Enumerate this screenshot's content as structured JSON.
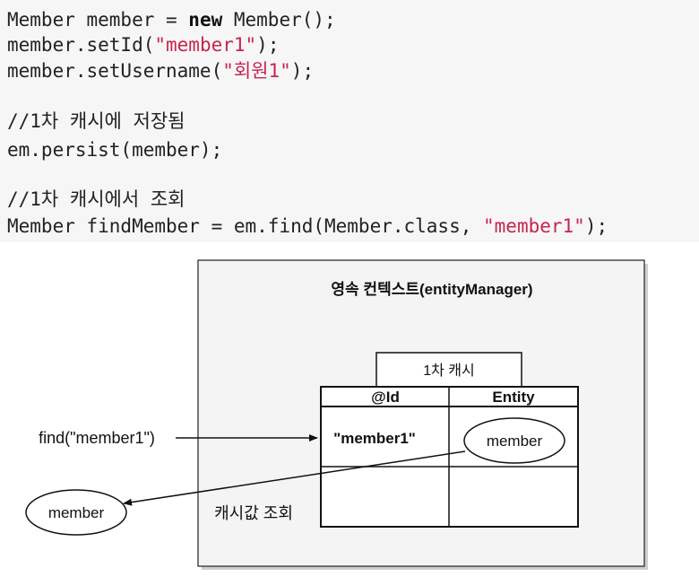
{
  "code": {
    "line1": {
      "type": "Member member = ",
      "keyword": "new",
      "rest": " Member();"
    },
    "line2": {
      "prefix": "member.setId(",
      "string": "\"member1\"",
      "suffix": ");"
    },
    "line3": {
      "prefix": "member.setUsername(",
      "string": "\"회원1\"",
      "suffix": ");"
    },
    "comment1": "//1차 캐시에 저장됨",
    "line5": "em.persist(member);",
    "comment2": "//1차 캐시에서 조회",
    "line7": {
      "prefix": "Member findMember = em.find(Member.class, ",
      "string": "\"member1\"",
      "suffix": ");"
    }
  },
  "diagram": {
    "context_title": "영속 컨텍스트(entityManager)",
    "cache_label": "1차 캐시",
    "table_headers": [
      "@Id",
      "Entity"
    ],
    "row_id": "\"member1\"",
    "row_entity": "member",
    "find_call": "find(\"member1\")",
    "returned_entity": "member",
    "lookup_label": "캐시값 조회"
  }
}
